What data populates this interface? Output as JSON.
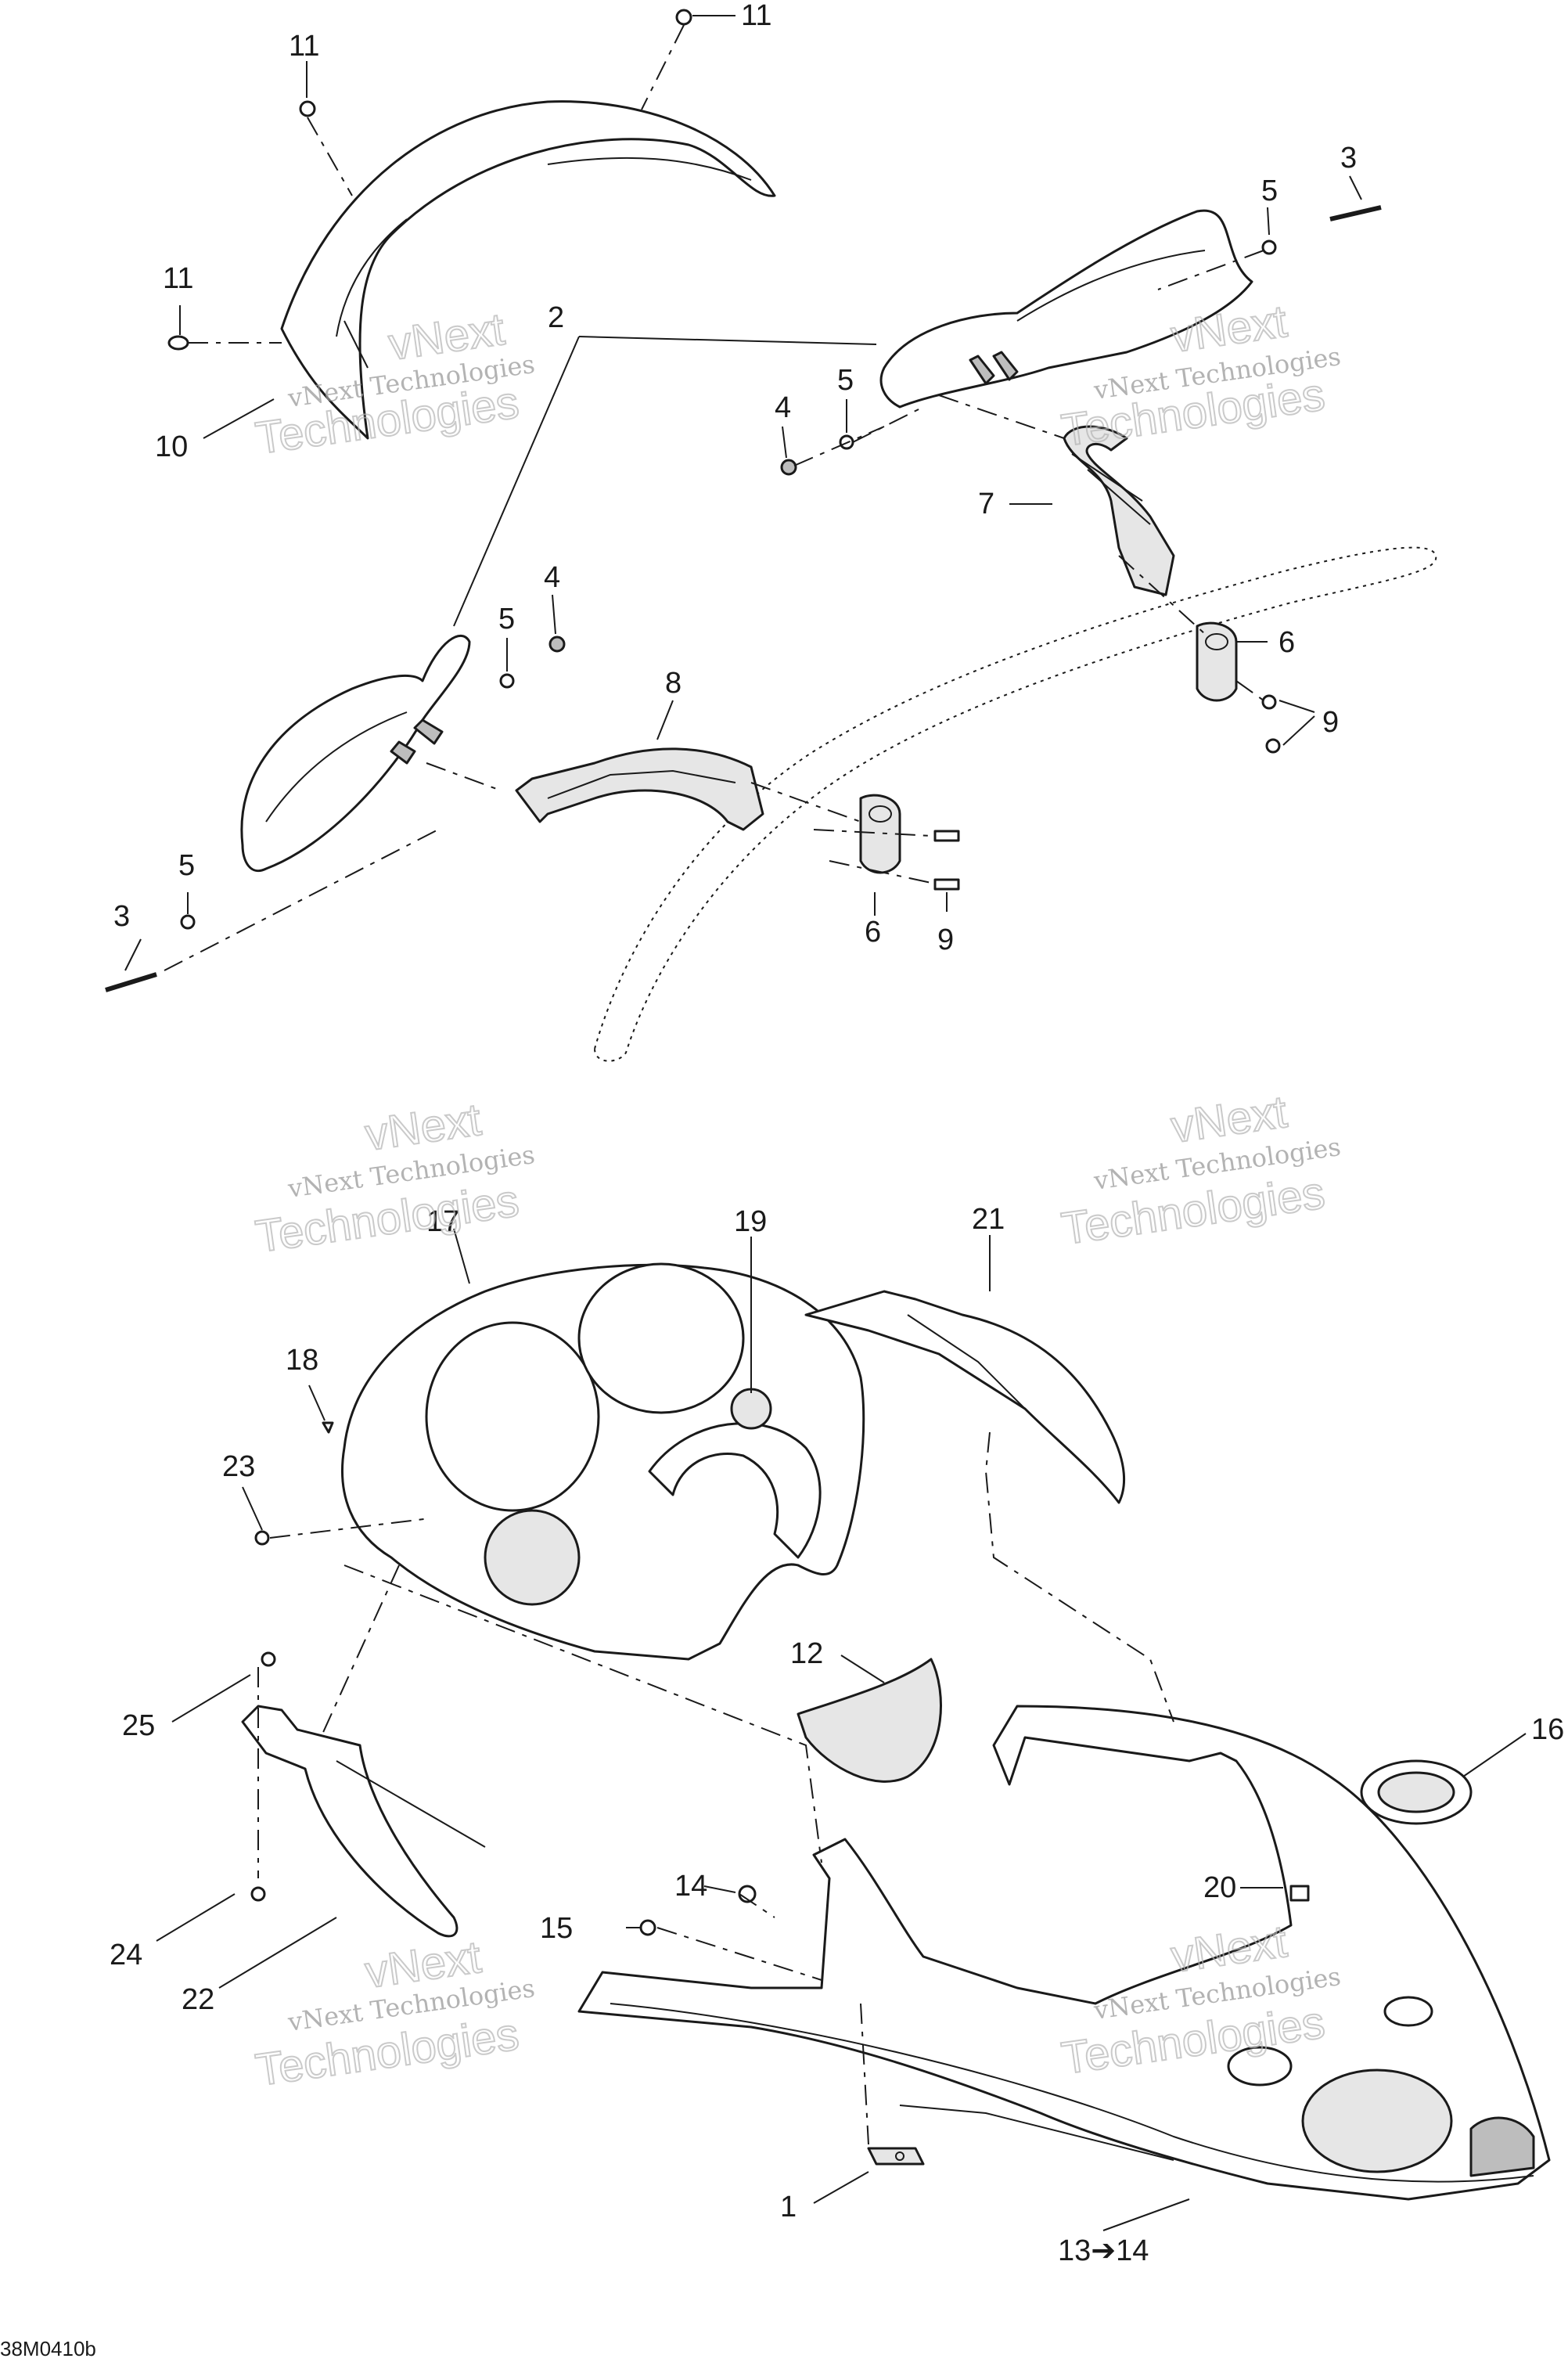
{
  "callouts": {
    "c1": "1",
    "c2": "2",
    "c3a": "3",
    "c3b": "3",
    "c4a": "4",
    "c4b": "4",
    "c5a": "5",
    "c5b": "5",
    "c5c": "5",
    "c5d": "5",
    "c6a": "6",
    "c6b": "6",
    "c7": "7",
    "c8": "8",
    "c9a": "9",
    "c9b": "9",
    "c10": "10",
    "c11a": "11",
    "c11b": "11",
    "c11c": "11",
    "c12": "12",
    "c13": "13➔14",
    "c14": "14",
    "c15": "15",
    "c16": "16",
    "c17": "17",
    "c18": "18",
    "c19": "19",
    "c20": "20",
    "c21": "21",
    "c22": "22",
    "c23": "23",
    "c24": "24",
    "c25": "25"
  },
  "watermark": {
    "line1": "vNext Technologies",
    "line2": "vNext",
    "line3": "Technologies"
  },
  "drawing_code": "38M0410b"
}
